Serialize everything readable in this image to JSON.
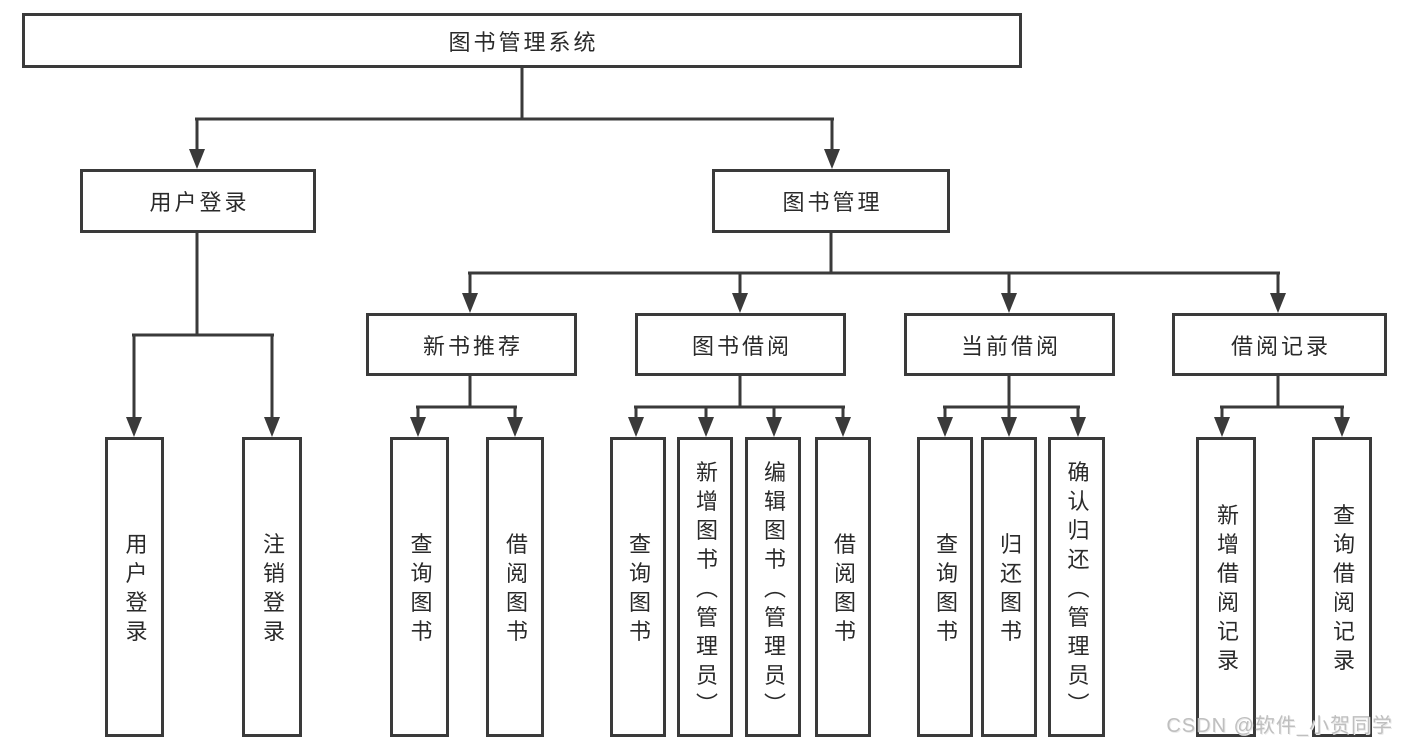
{
  "diagram_type": "hierarchy-tree",
  "colors": {
    "line": "#3a3a3a",
    "box_border": "#3a3a3a",
    "text": "#2a2a2a",
    "watermark": "#bfbfbf",
    "background": "#ffffff"
  },
  "tree": {
    "label": "图书管理系统",
    "children": [
      {
        "label": "用户登录",
        "children": [
          {
            "label": "用户登录"
          },
          {
            "label": "注销登录"
          }
        ]
      },
      {
        "label": "图书管理",
        "children": [
          {
            "label": "新书推荐",
            "children": [
              {
                "label": "查询图书"
              },
              {
                "label": "借阅图书"
              }
            ]
          },
          {
            "label": "图书借阅",
            "children": [
              {
                "label": "查询图书"
              },
              {
                "label": "新增图书（管理员）"
              },
              {
                "label": "编辑图书（管理员）"
              },
              {
                "label": "借阅图书"
              }
            ]
          },
          {
            "label": "当前借阅",
            "children": [
              {
                "label": "查询图书"
              },
              {
                "label": "归还图书"
              },
              {
                "label": "确认归还（管理员）"
              }
            ]
          },
          {
            "label": "借阅记录",
            "children": [
              {
                "label": "新增借阅记录"
              },
              {
                "label": "查询借阅记录"
              }
            ]
          }
        ]
      }
    ]
  },
  "watermark": "CSDN @软件_小贺同学"
}
